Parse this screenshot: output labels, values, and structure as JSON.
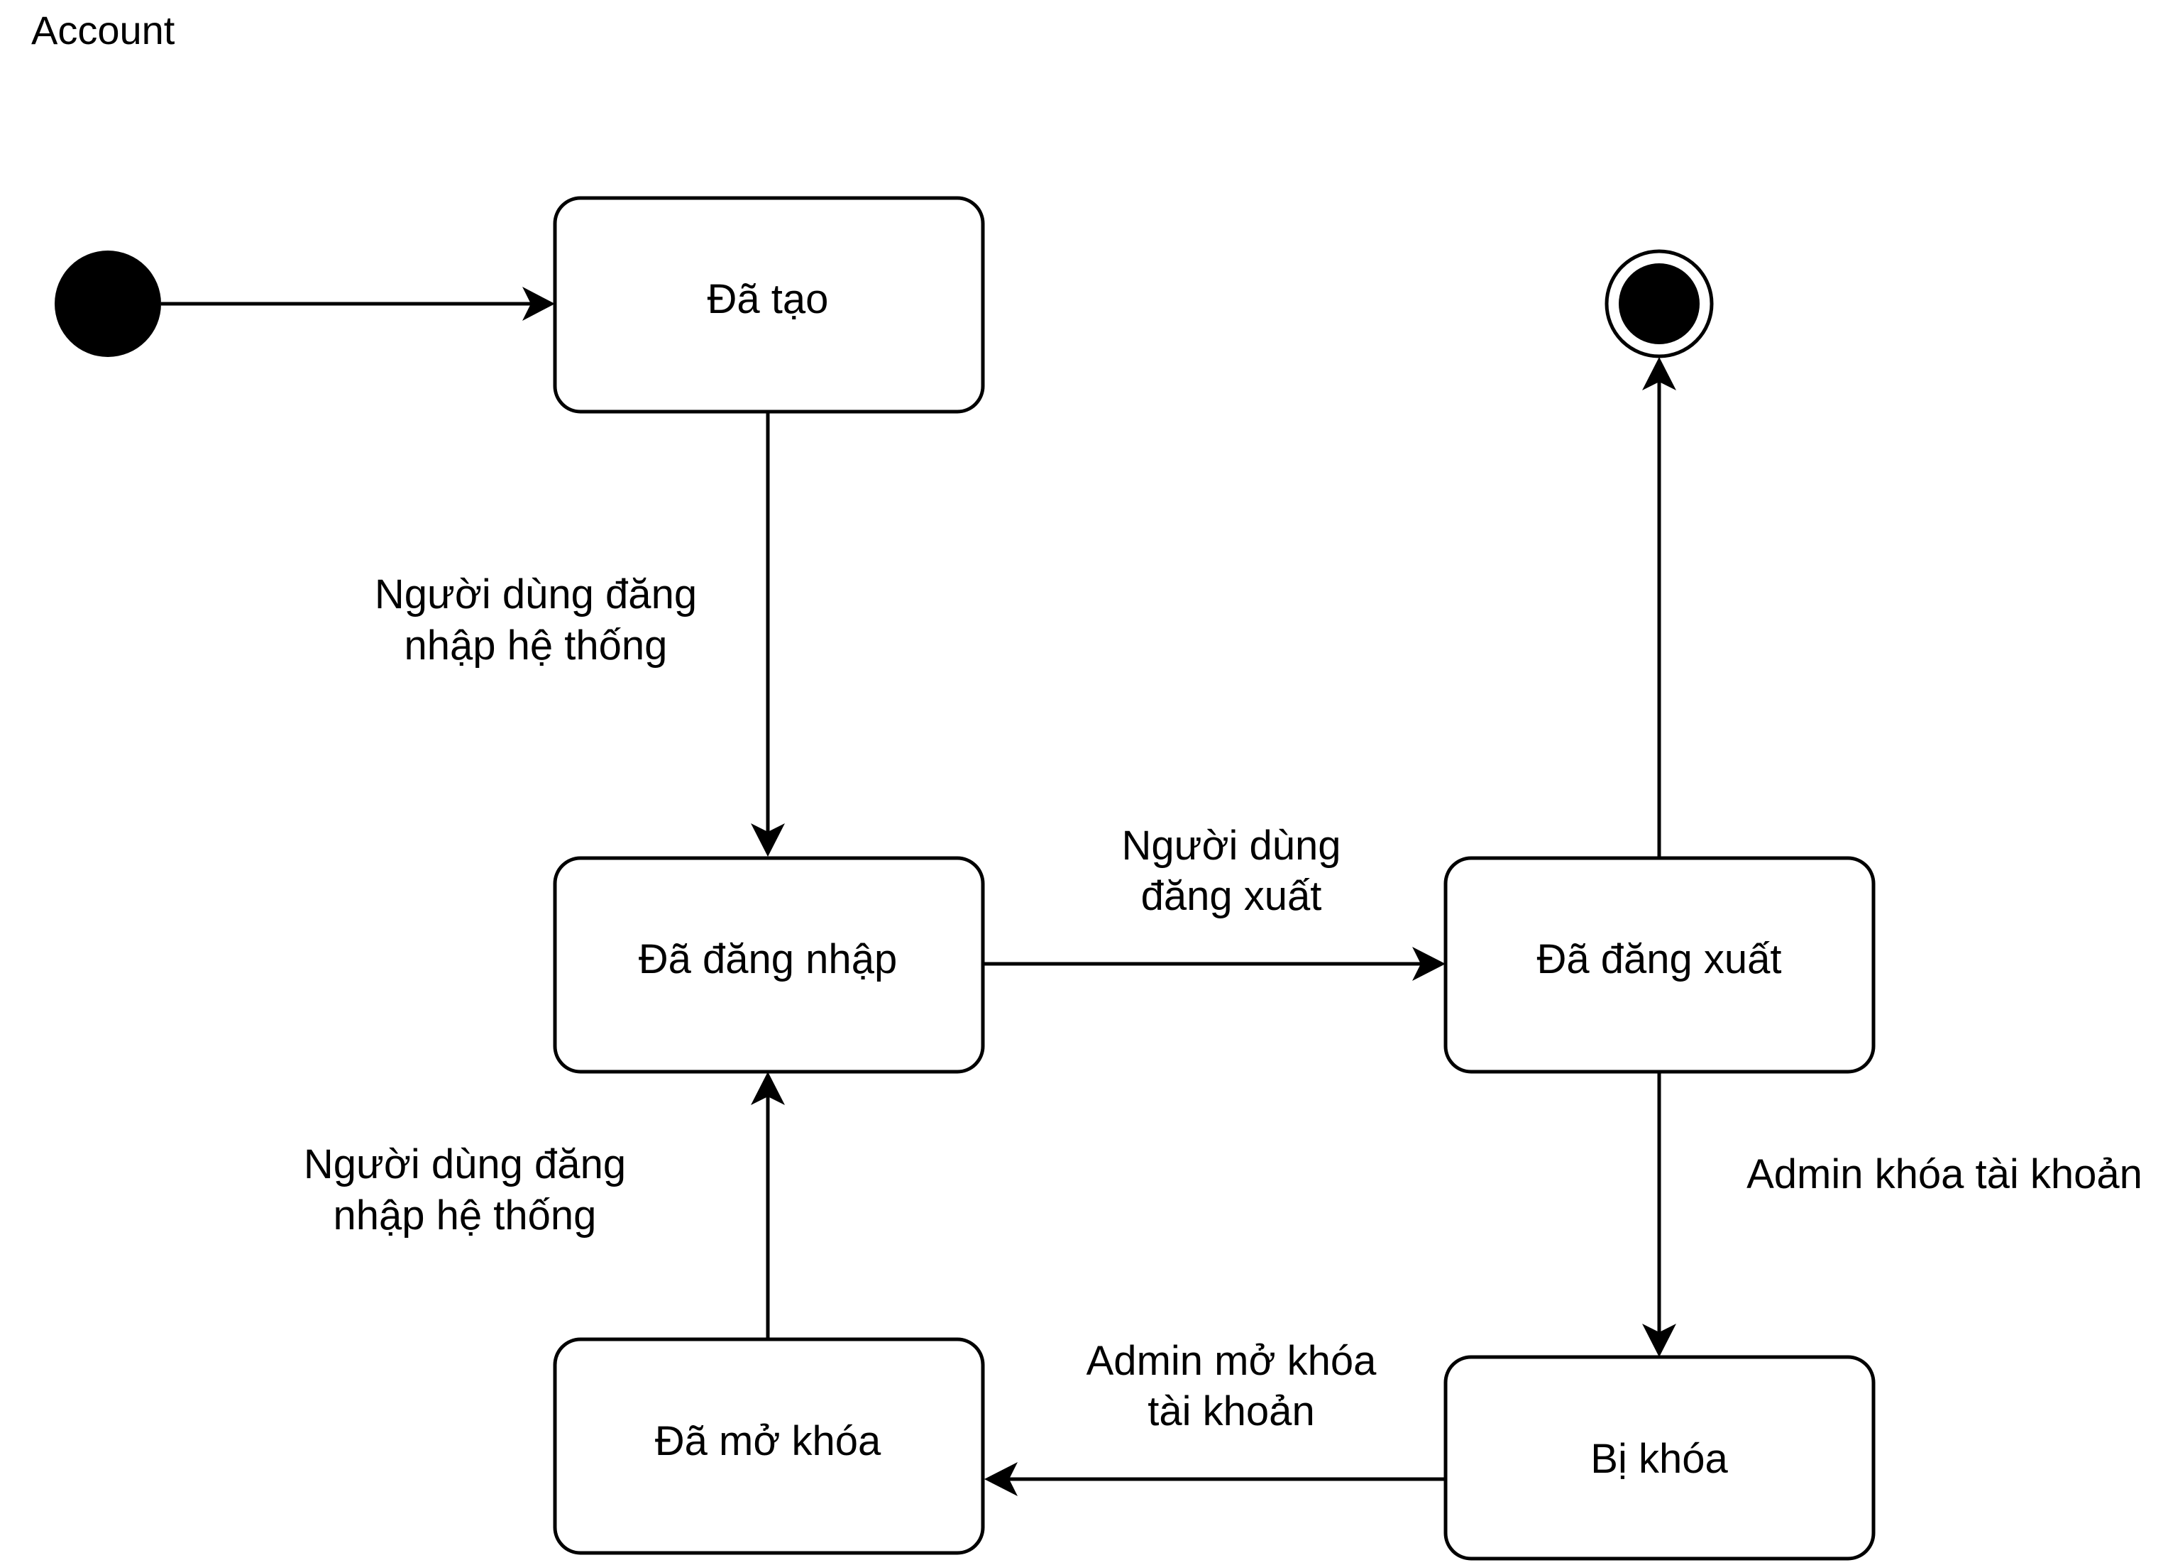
{
  "diagram": {
    "title": "Account",
    "states": {
      "created": "Đã tạo",
      "logged_in": "Đã đăng nhập",
      "logged_out": "Đã đăng xuất",
      "unlocked": "Đã mở khóa",
      "locked": "Bị khóa"
    },
    "transitions": {
      "created_to_logged_in": [
        "Người dùng đăng",
        "nhập hệ thống"
      ],
      "logged_in_to_logged_out": [
        "Người dùng",
        "đăng xuất"
      ],
      "logged_out_to_locked": [
        "Admin khóa tài khoản"
      ],
      "locked_to_unlocked": [
        "Admin mở khóa",
        "tài khoản"
      ],
      "unlocked_to_logged_in": [
        "Người dùng đăng",
        "nhập hệ thống"
      ]
    }
  }
}
